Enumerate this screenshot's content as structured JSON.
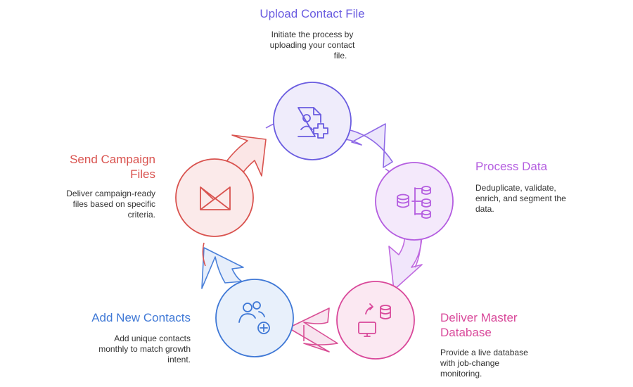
{
  "diagram": {
    "steps": [
      {
        "id": "upload",
        "title": [
          "Upload Contact File"
        ],
        "description": [
          "Initiate the process by",
          "uploading your contact",
          "file."
        ],
        "icon": "contact-file-add-icon",
        "color": "#6a5ce0",
        "fill": "#efecfb"
      },
      {
        "id": "process",
        "title": [
          "Process Data"
        ],
        "description": [
          "Deduplicate, validate,",
          "enrich, and segment the",
          "data."
        ],
        "icon": "database-hierarchy-icon",
        "color": "#b45de0",
        "fill": "#f4e9fb"
      },
      {
        "id": "deliver",
        "title": [
          "Deliver Master",
          "Database"
        ],
        "description": [
          "Provide a live database",
          "with job-change",
          "monitoring."
        ],
        "icon": "monitor-database-sync-icon",
        "color": "#d9489a",
        "fill": "#fbe8f2"
      },
      {
        "id": "add",
        "title": [
          "Add New Contacts"
        ],
        "description": [
          "Add unique contacts",
          "monthly to match growth",
          "intent."
        ],
        "icon": "users-add-icon",
        "color": "#3f78d6",
        "fill": "#e8f0fb"
      },
      {
        "id": "send",
        "title": [
          "Send Campaign",
          "Files"
        ],
        "description": [
          "Deliver campaign-ready",
          "files based on specific",
          "criteria."
        ],
        "icon": "send-icon",
        "color": "#d9534f",
        "fill": "#fbeaea"
      }
    ]
  }
}
